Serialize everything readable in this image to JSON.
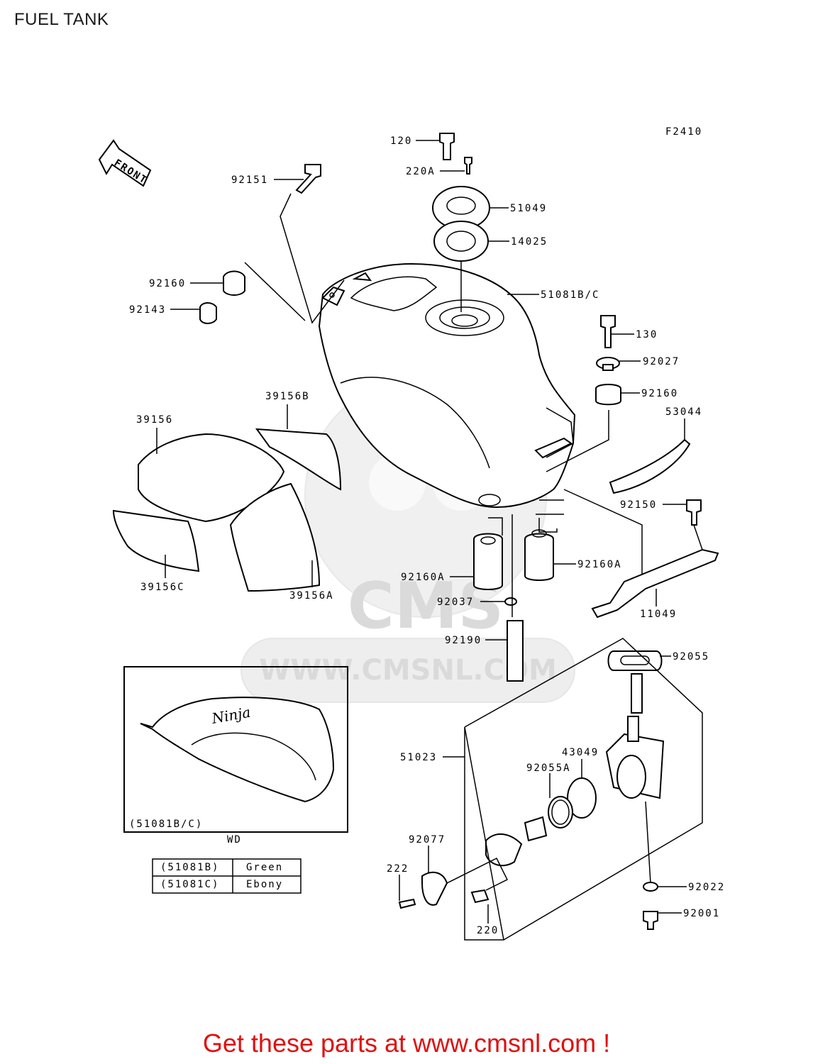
{
  "title": "FUEL TANK",
  "figure_code": "F2410",
  "front_label": "FRONT",
  "parts": {
    "p120": "120",
    "p220A": "220A",
    "p51049": "51049",
    "p14025": "14025",
    "p92151": "92151",
    "p92160_top": "92160",
    "p92143": "92143",
    "p51081BC": "51081B/C",
    "p130": "130",
    "p92027": "92027",
    "p92160_right": "92160",
    "p53044": "53044",
    "p39156B": "39156B",
    "p39156": "39156",
    "p92150": "92150",
    "p92160A_left": "92160A",
    "p92160A_right": "92160A",
    "p39156C": "39156C",
    "p39156A": "39156A",
    "p92037": "92037",
    "p11049": "11049",
    "p92190": "92190",
    "p92055": "92055",
    "p51023": "51023",
    "p43049": "43049",
    "p92055A": "92055A",
    "p92077": "92077",
    "p222": "222",
    "p92022": "92022",
    "p92001": "92001",
    "p220": "220"
  },
  "inset": {
    "caption": "(51081B/C)",
    "under_label": "WD",
    "logo_text": "Ninja"
  },
  "color_table": [
    {
      "code": "(51081B)",
      "color": "Green"
    },
    {
      "code": "(51081C)",
      "color": "Ebony"
    }
  ],
  "watermark": {
    "brand": "CMS",
    "url": "WWW.CMSNL.COM"
  },
  "footer": "Get these parts at www.cmsnl.com !"
}
